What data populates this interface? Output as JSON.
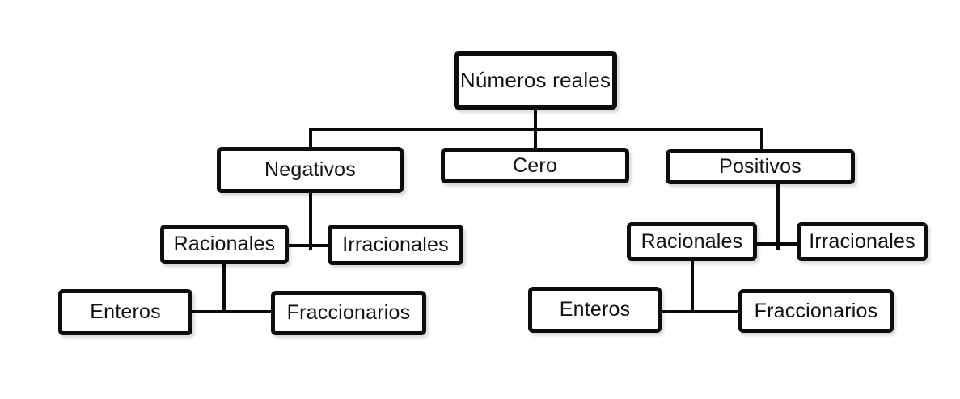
{
  "diagram": {
    "title": "Números reales",
    "type": "hierarchy-flowchart",
    "colors": {
      "background": "#ffffff",
      "box_fill": "#ffffff",
      "box_border": "#0d0d0d",
      "line": "#0a0a0a",
      "text": "#111111"
    },
    "nodes": {
      "root": {
        "label": "Números reales"
      },
      "negativos": {
        "label": "Negativos"
      },
      "cero": {
        "label": "Cero"
      },
      "positivos": {
        "label": "Positivos"
      },
      "neg_racionales": {
        "label": "Racionales"
      },
      "neg_irracionales": {
        "label": "Irracionales"
      },
      "neg_enteros": {
        "label": "Enteros"
      },
      "neg_fraccionarios": {
        "label": "Fraccionarios"
      },
      "pos_racionales": {
        "label": "Racionales"
      },
      "pos_irracionales": {
        "label": "Irracionales"
      },
      "pos_enteros": {
        "label": "Enteros"
      },
      "pos_fraccionarios": {
        "label": "Fraccionarios"
      }
    },
    "edges": [
      {
        "from": "root",
        "to": "negativos"
      },
      {
        "from": "root",
        "to": "cero"
      },
      {
        "from": "root",
        "to": "positivos"
      },
      {
        "from": "negativos",
        "to": "neg_racionales"
      },
      {
        "from": "negativos",
        "to": "neg_irracionales"
      },
      {
        "from": "neg_racionales",
        "to": "neg_enteros"
      },
      {
        "from": "neg_racionales",
        "to": "neg_fraccionarios"
      },
      {
        "from": "positivos",
        "to": "pos_racionales"
      },
      {
        "from": "positivos",
        "to": "pos_irracionales"
      },
      {
        "from": "pos_racionales",
        "to": "pos_enteros"
      },
      {
        "from": "pos_racionales",
        "to": "pos_fraccionarios"
      }
    ]
  }
}
